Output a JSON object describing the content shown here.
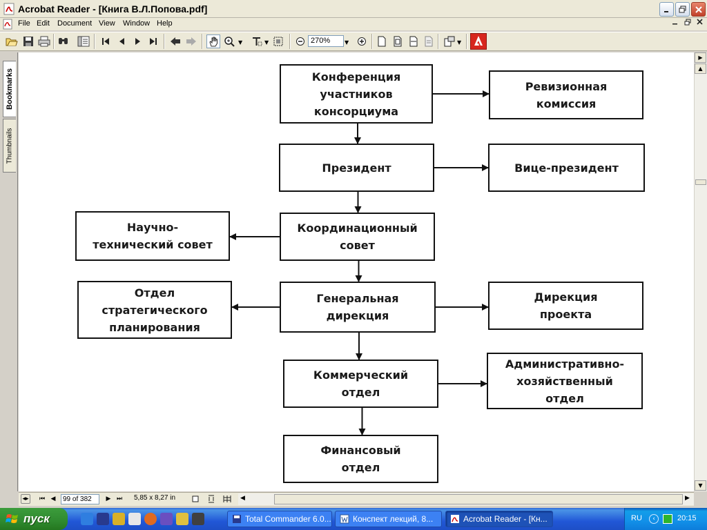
{
  "window": {
    "title": "Acrobat Reader - [Книга В.Л.Попова.pdf]"
  },
  "menu": {
    "items": [
      "File",
      "Edit",
      "Document",
      "View",
      "Window",
      "Help"
    ]
  },
  "toolbar": {
    "zoom_value": "270%",
    "icons": [
      "open-icon",
      "save-icon",
      "print-icon",
      "search-icon",
      "show-navigation-icon",
      "first-page-icon",
      "previous-page-icon",
      "next-page-icon",
      "last-page-icon",
      "go-back-icon",
      "go-forward-icon",
      "hand-tool-icon",
      "zoom-in-tool-icon",
      "text-select-icon",
      "graphics-select-icon",
      "zoom-out-icon",
      "zoom-in-icon",
      "actual-size-icon",
      "fit-page-icon",
      "fit-width-icon",
      "reflow-icon",
      "rotate-icon",
      "adobe-logo"
    ]
  },
  "nav_panel": {
    "tabs": [
      "Bookmarks",
      "Thumbnails"
    ]
  },
  "status_bar": {
    "page_indicator": "99 of 382",
    "page_size": "5,85 x 8,27 in"
  },
  "org_chart": {
    "nodes": [
      {
        "id": "conference",
        "label": "Конференция\nучастников\nконсорциума"
      },
      {
        "id": "audit",
        "label": "Ревизионная\nкомиссия"
      },
      {
        "id": "president",
        "label": "Президент"
      },
      {
        "id": "vice_president",
        "label": "Вице-президент"
      },
      {
        "id": "coordination",
        "label": "Координационный\nсовет"
      },
      {
        "id": "science_council",
        "label": "Научно-\nтехнический совет"
      },
      {
        "id": "general_directorate",
        "label": "Генеральная\nдирекция"
      },
      {
        "id": "strategic_planning",
        "label": "Отдел\nстратегического\nпланирования"
      },
      {
        "id": "project_directorate",
        "label": "Дирекция\nпроекта"
      },
      {
        "id": "commercial",
        "label": "Коммерческий\nотдел"
      },
      {
        "id": "admin",
        "label": "Административно-\nхозяйственный\nотдел"
      },
      {
        "id": "finance",
        "label": "Финансовый\nотдел"
      }
    ],
    "edges": [
      {
        "from": "conference",
        "to": "audit"
      },
      {
        "from": "conference",
        "to": "president"
      },
      {
        "from": "president",
        "to": "vice_president"
      },
      {
        "from": "president",
        "to": "coordination"
      },
      {
        "from": "coordination",
        "to": "science_council"
      },
      {
        "from": "coordination",
        "to": "general_directorate"
      },
      {
        "from": "general_directorate",
        "to": "strategic_planning"
      },
      {
        "from": "general_directorate",
        "to": "project_directorate"
      },
      {
        "from": "general_directorate",
        "to": "commercial"
      },
      {
        "from": "commercial",
        "to": "admin"
      },
      {
        "from": "commercial",
        "to": "finance"
      }
    ]
  },
  "taskbar": {
    "start_label": "пуск",
    "quick_launch": [
      "ie-icon",
      "save-icon",
      "tool-icon",
      "doc-icon",
      "firefox-icon",
      "photo-icon",
      "winamp-icon",
      "ru-dict-icon"
    ],
    "tasks": [
      {
        "label": "Total Commander 6.0...",
        "icon": "floppy-icon",
        "active": false
      },
      {
        "label": "Конспект лекций, 8...",
        "icon": "word-icon",
        "active": false
      },
      {
        "label": "Acrobat Reader - [Кн...",
        "icon": "acrobat-icon",
        "active": true
      }
    ],
    "language": "RU",
    "clock": "20:15"
  }
}
